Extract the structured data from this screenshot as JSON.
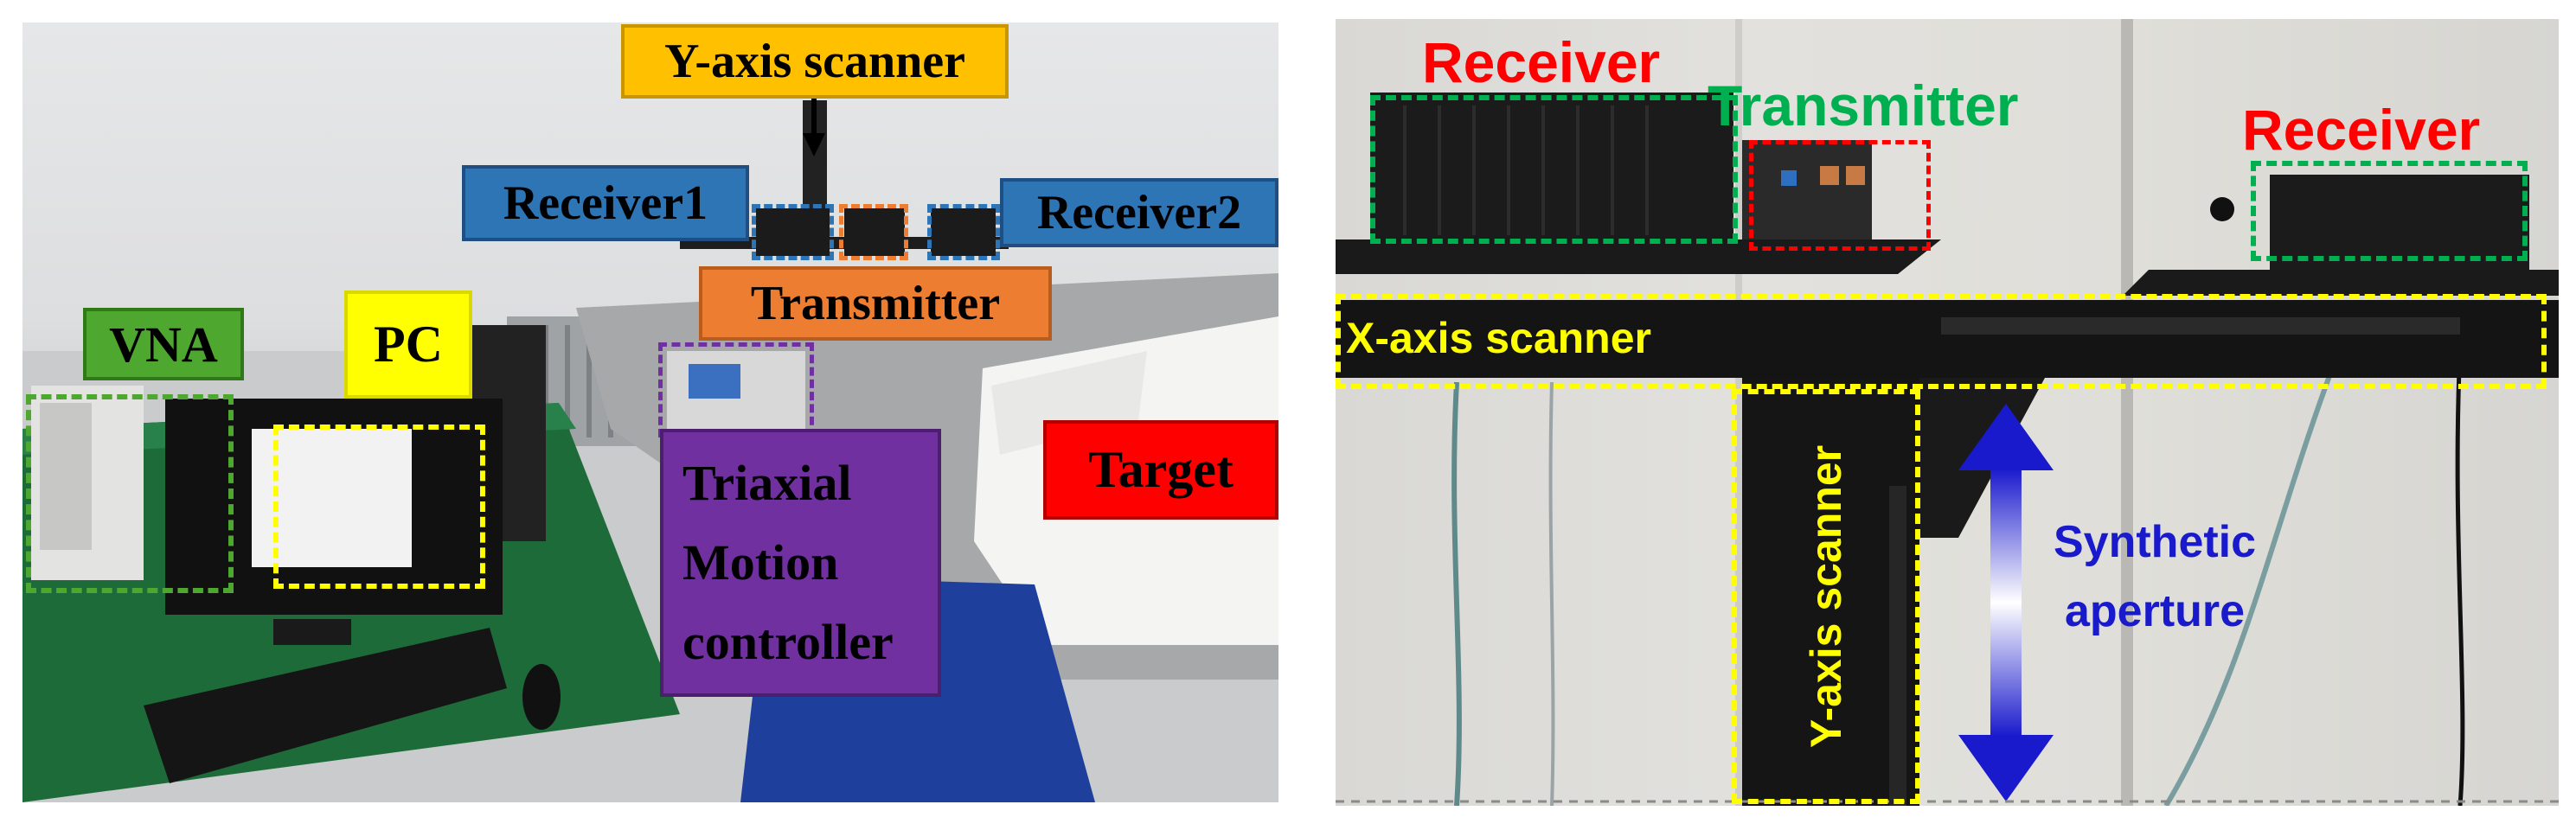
{
  "left_panel": {
    "labels": {
      "y_axis_scanner": "Y-axis scanner",
      "receiver1": "Receiver1",
      "receiver2": "Receiver2",
      "transmitter": "Transmitter",
      "vna": "VNA",
      "pc": "PC",
      "controller_line1": "Triaxial",
      "controller_line2": "Motion",
      "controller_line3": "controller",
      "target": "Target"
    },
    "colors": {
      "y_axis_scanner": "#ffc000",
      "receiver": "#2e75b6",
      "transmitter": "#ed7d31",
      "vna": "#4ea72e",
      "pc": "#ffff00",
      "controller": "#7030a0",
      "target": "#ff0000"
    }
  },
  "right_panel": {
    "labels": {
      "receiver_left": "Receiver",
      "transmitter": "Transmitter",
      "receiver_right": "Receiver",
      "x_axis_scanner": "X-axis scanner",
      "y_axis_scanner": "Y-axis scanner",
      "synthetic_line1": "Synthetic",
      "synthetic_line2": "aperture"
    },
    "colors": {
      "receiver": "#ff0000",
      "transmitter": "#00b050",
      "scanner": "#ffff00",
      "aperture": "#1a1acd"
    }
  }
}
